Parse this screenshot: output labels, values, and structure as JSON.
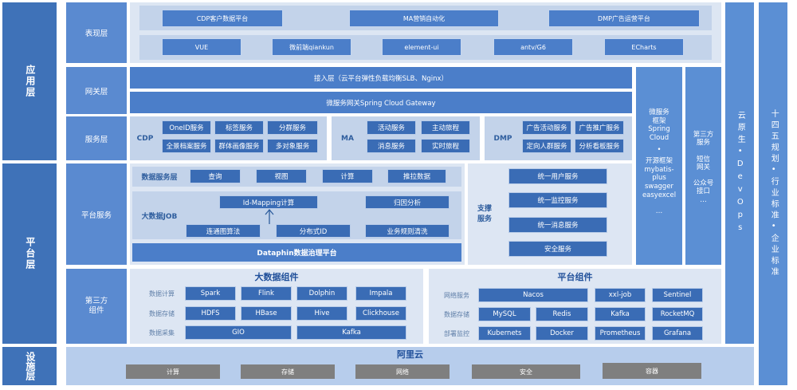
{
  "layers": {
    "application": "应用层",
    "platform": "平台层",
    "infra": "设施层"
  },
  "sublayers": {
    "presentation": "表现层",
    "gateway": "网关层",
    "service": "服务层",
    "platform_service": "平台服务",
    "third_party": "第三方\n组件"
  },
  "presentation": {
    "apps": [
      "CDP客户数据平台",
      "MA营销自动化",
      "DMP广告运营平台"
    ],
    "tech": [
      "VUE",
      "微前端qiankun",
      "element-ui",
      "antv/G6",
      "ECharts"
    ]
  },
  "gateway": {
    "access": "接入层（云平台弹性负载均衡SLB、Nginx）",
    "microservice": "微服务网关Spring Cloud Gateway"
  },
  "service_layer": {
    "cdp": {
      "name": "CDP",
      "items": [
        "OneID服务",
        "标签服务",
        "分群服务",
        "全景档案服务",
        "群体画像服务",
        "多对象服务"
      ]
    },
    "ma": {
      "name": "MA",
      "items": [
        "活动服务",
        "主动旅程",
        "消息服务",
        "实时旅程"
      ]
    },
    "dmp": {
      "name": "DMP",
      "items": [
        "广告活动服务",
        "广告推广服务",
        "定向人群服务",
        "分析看板服务"
      ]
    }
  },
  "data_service": {
    "name": "数据服务层",
    "items": [
      "查询",
      "视图",
      "计算",
      "推拉数据"
    ]
  },
  "bigdata_job": {
    "name": "大数据JOB",
    "idmapping": "Id-Mapping计算",
    "attribution": "归因分析",
    "connected": "连通图算法",
    "distributed": "分布式ID",
    "cleaning": "业务规则清洗"
  },
  "dataphin": "Dataphin数据治理平台",
  "support": {
    "name": "支撑\n服务",
    "items": [
      "统一用户服务",
      "统一监控服务",
      "统一消息服务",
      "安全服务"
    ]
  },
  "framework_col": {
    "top": "微服务\n框架\nSpring\nCloud",
    "dot": "•",
    "bottom": "开源框架\nmybatis-\nplus\nswagger\neasyexcel",
    "ellipsis": "…"
  },
  "thirdparty_col": {
    "text": "第三方\n服务\n\n短信\n网关\n\n公众号\n接口\n…"
  },
  "devops_col": "云原生•DevOps",
  "standard_col": "十四五规划•行业标准•企业标准",
  "bigdata_components": {
    "title": "大数据组件",
    "rows": [
      {
        "label": "数据计算",
        "items": [
          "Spark",
          "Flink",
          "Dolphin",
          "Impala"
        ]
      },
      {
        "label": "数据存储",
        "items": [
          "HDFS",
          "HBase",
          "Hive",
          "Clickhouse"
        ]
      },
      {
        "label": "数据采集",
        "items": [
          "GIO",
          "Kafka"
        ]
      }
    ]
  },
  "platform_components": {
    "title": "平台组件",
    "rows": [
      {
        "label": "网络服务",
        "items": [
          "Nacos",
          "xxl-job",
          "Sentinel"
        ]
      },
      {
        "label": "数据存储",
        "items": [
          "MySQL",
          "Redis",
          "Kafka",
          "RocketMQ"
        ]
      },
      {
        "label": "部署监控",
        "items": [
          "Kubernets",
          "Docker",
          "Prometheus",
          "Grafana"
        ]
      }
    ]
  },
  "cloud": {
    "title": "阿里云",
    "items": [
      "计算",
      "存储",
      "网络",
      "安全",
      "容器"
    ]
  }
}
